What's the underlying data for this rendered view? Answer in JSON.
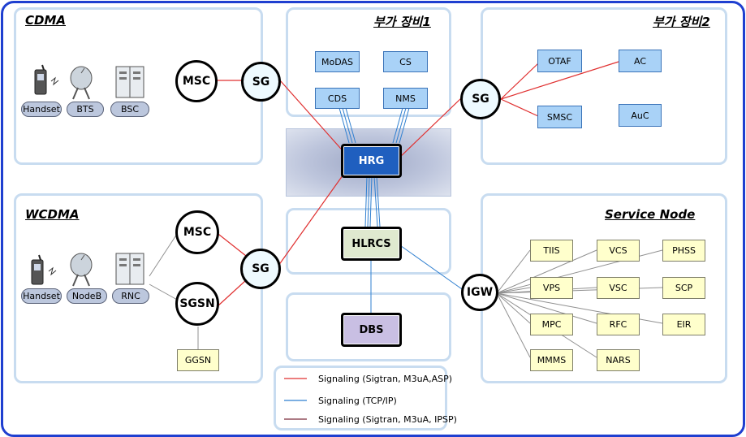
{
  "panels": {
    "cdma": "CDMA",
    "extra1": "부가 장비1",
    "extra2": "부가 장비2",
    "wcdma": "WCDMA",
    "service_node": "Service Node"
  },
  "cdma": {
    "handset": "Handset",
    "bts": "BTS",
    "bsc": "BSC",
    "msc": "MSC",
    "sg": "SG"
  },
  "wcdma": {
    "handset": "Handset",
    "nodeb": "NodeB",
    "rnc": "RNC",
    "msc": "MSC",
    "sgsn": "SGSN",
    "ggsn": "GGSN",
    "sg": "SG"
  },
  "extra1": {
    "modas": "MoDAS",
    "cs": "CS",
    "cds": "CDS",
    "nms": "NMS"
  },
  "extra2": {
    "sg": "SG",
    "otaf": "OTAF",
    "ac": "AC",
    "smsc": "SMSC",
    "auc": "AuC"
  },
  "core": {
    "hrg": "HRG",
    "hlrcs": "HLRCS",
    "dbs": "DBS"
  },
  "service": {
    "igw": "IGW",
    "nodes": [
      "TIIS",
      "VCS",
      "PHSS",
      "VPS",
      "VSC",
      "SCP",
      "MPC",
      "RFC",
      "EIR",
      "MMMS",
      "NARS"
    ]
  },
  "legend": {
    "items": [
      {
        "label": "Signaling (Sigtran, M3uA,ASP)",
        "color": "#e03030"
      },
      {
        "label": "Signaling (TCP/IP)",
        "color": "#2f7fd0"
      },
      {
        "label": "Signaling (Sigtran, M3uA, IPSP)",
        "color": "#7a2a3a"
      }
    ]
  },
  "colors": {
    "border": "#1f3fd0",
    "panel_border": "#c8dcf0",
    "equip_fill": "#a9d2f7",
    "node_fill": "#ffffcc",
    "hrg": "#1f5fbf",
    "hlrcs": "#dfe9cf",
    "dbs": "#c9bfe3"
  }
}
